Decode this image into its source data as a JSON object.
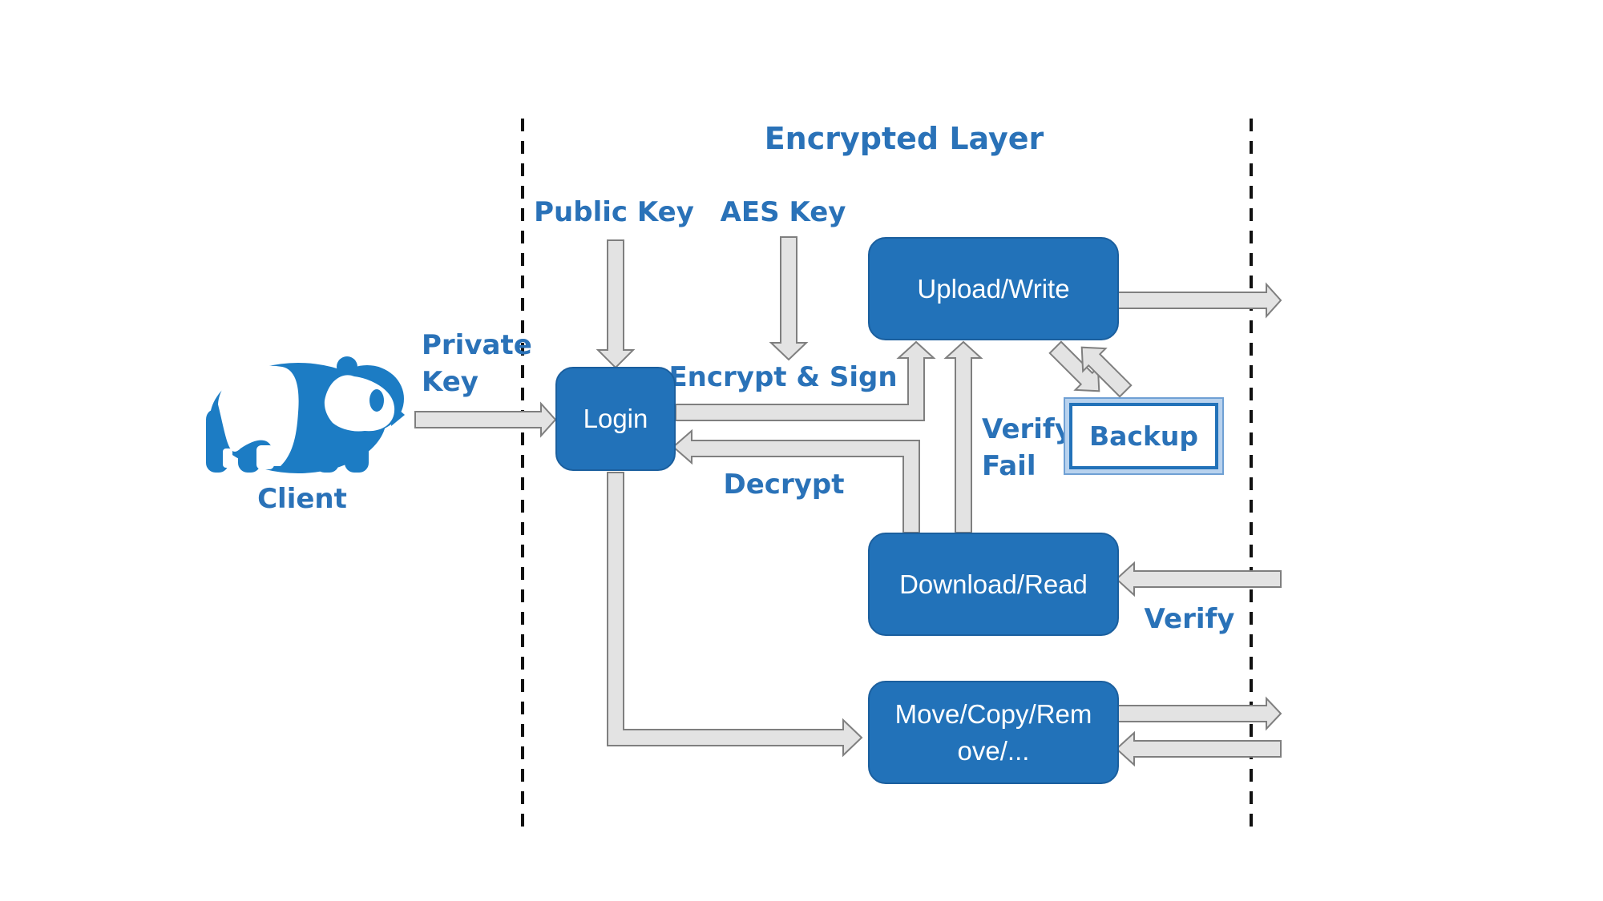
{
  "title": "Encrypted Layer",
  "client": {
    "label": "Client",
    "icon": "panda-icon"
  },
  "labels": {
    "private_key_line1": "Private",
    "private_key_line2": "Key",
    "public_key": "Public Key",
    "aes_key": "AES Key",
    "encrypt_sign": "Encrypt & Sign",
    "decrypt": "Decrypt",
    "verify_fail_line1": "Verify",
    "verify_fail_line2": "Fail",
    "verify": "Verify"
  },
  "boxes": {
    "login": "Login",
    "upload": "Upload/Write",
    "download": "Download/Read",
    "move_line1": "Move/Copy/Rem",
    "move_line2": "ove/...",
    "backup": "Backup"
  },
  "colors": {
    "box_fill": "#2272b9",
    "label_text": "#2a72b8",
    "arrow_fill": "#e3e3e3",
    "arrow_stroke": "#7f7f7f",
    "panda": "#1c7cc4"
  }
}
